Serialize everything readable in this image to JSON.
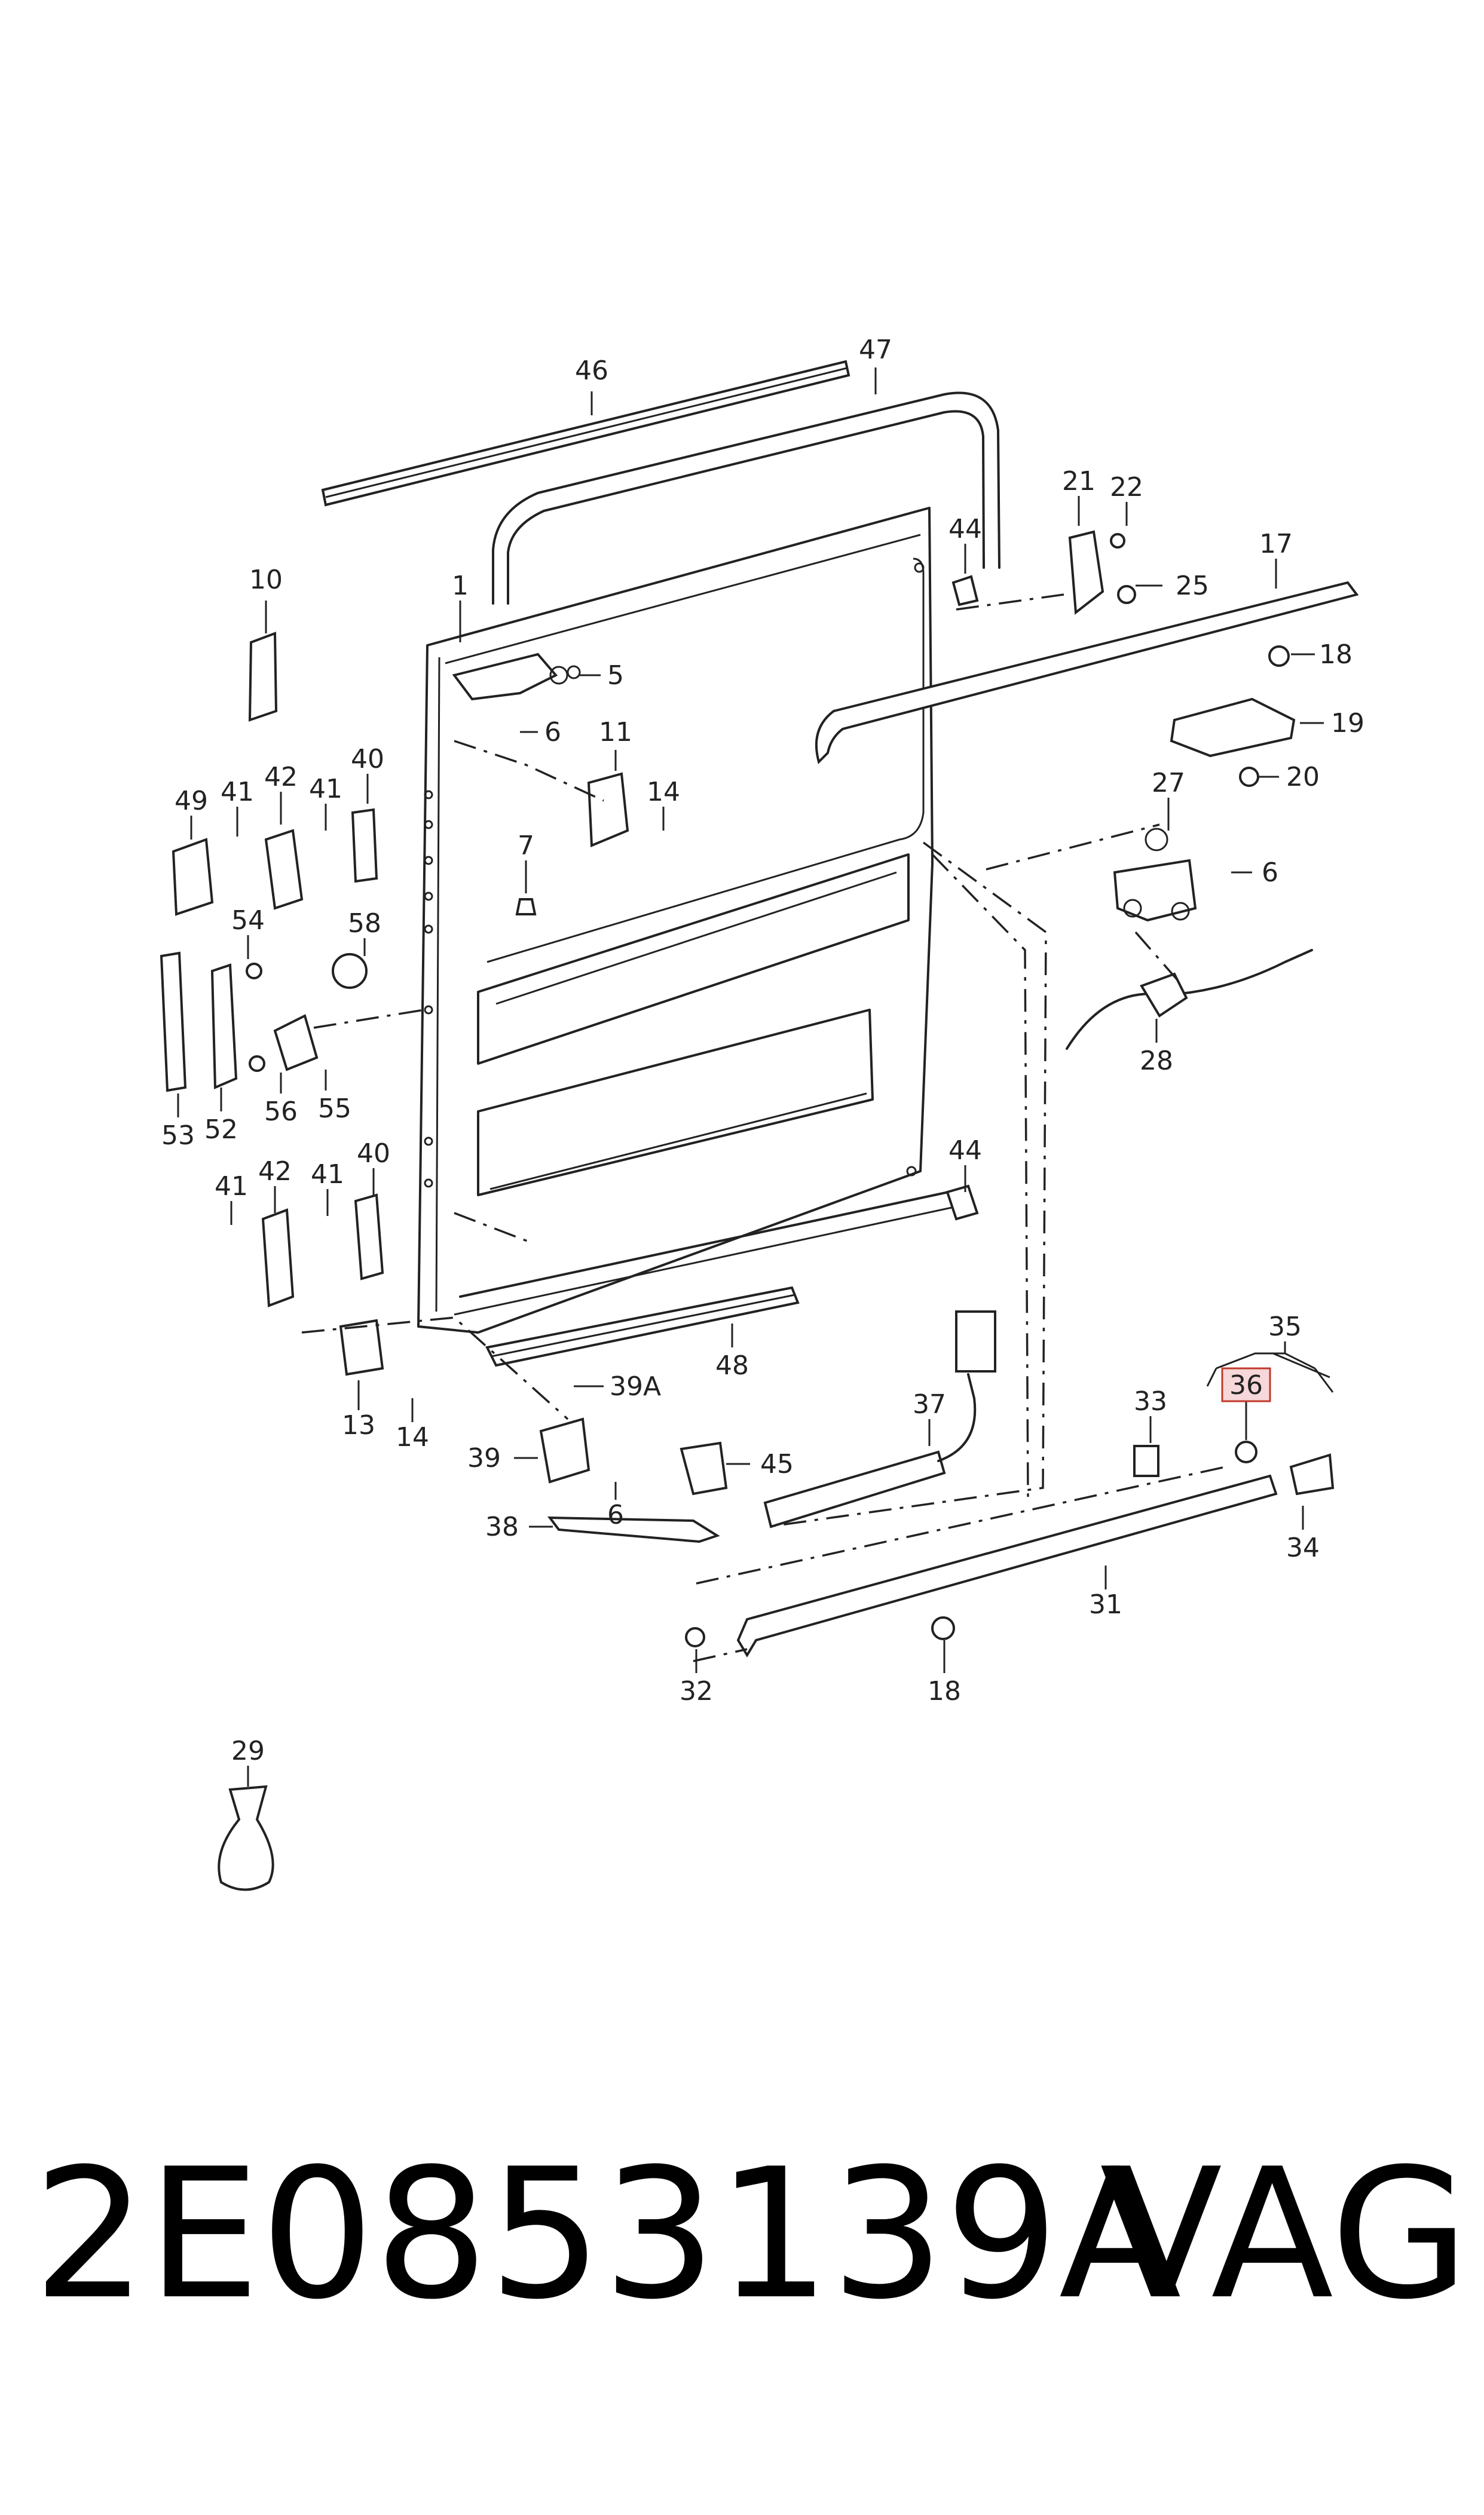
{
  "diagram": {
    "callouts": [
      {
        "id": "46",
        "label": "46"
      },
      {
        "id": "47",
        "label": "47"
      },
      {
        "id": "21",
        "label": "21"
      },
      {
        "id": "22",
        "label": "22"
      },
      {
        "id": "44a",
        "label": "44"
      },
      {
        "id": "25",
        "label": "25"
      },
      {
        "id": "17",
        "label": "17"
      },
      {
        "id": "10",
        "label": "10"
      },
      {
        "id": "1",
        "label": "1"
      },
      {
        "id": "5",
        "label": "5"
      },
      {
        "id": "18a",
        "label": "18"
      },
      {
        "id": "6a",
        "label": "6"
      },
      {
        "id": "19",
        "label": "19"
      },
      {
        "id": "11",
        "label": "11"
      },
      {
        "id": "20",
        "label": "20"
      },
      {
        "id": "27",
        "label": "27"
      },
      {
        "id": "14a",
        "label": "14"
      },
      {
        "id": "49",
        "label": "49"
      },
      {
        "id": "41a",
        "label": "41"
      },
      {
        "id": "42a",
        "label": "42"
      },
      {
        "id": "41b",
        "label": "41"
      },
      {
        "id": "40a",
        "label": "40"
      },
      {
        "id": "7",
        "label": "7"
      },
      {
        "id": "6b",
        "label": "6"
      },
      {
        "id": "54",
        "label": "54"
      },
      {
        "id": "58",
        "label": "58"
      },
      {
        "id": "28",
        "label": "28"
      },
      {
        "id": "53",
        "label": "53"
      },
      {
        "id": "52",
        "label": "52"
      },
      {
        "id": "56",
        "label": "56"
      },
      {
        "id": "55",
        "label": "55"
      },
      {
        "id": "44b",
        "label": "44"
      },
      {
        "id": "41c",
        "label": "41"
      },
      {
        "id": "42b",
        "label": "42"
      },
      {
        "id": "41d",
        "label": "41"
      },
      {
        "id": "40b",
        "label": "40"
      },
      {
        "id": "48",
        "label": "48"
      },
      {
        "id": "35",
        "label": "35"
      },
      {
        "id": "36",
        "label": "36",
        "highlighted": true
      },
      {
        "id": "13",
        "label": "13"
      },
      {
        "id": "14b",
        "label": "14"
      },
      {
        "id": "39A",
        "label": "39A"
      },
      {
        "id": "37",
        "label": "37"
      },
      {
        "id": "33",
        "label": "33"
      },
      {
        "id": "39",
        "label": "39"
      },
      {
        "id": "6c",
        "label": "6"
      },
      {
        "id": "45",
        "label": "45"
      },
      {
        "id": "38",
        "label": "38"
      },
      {
        "id": "34",
        "label": "34"
      },
      {
        "id": "31",
        "label": "31"
      },
      {
        "id": "32",
        "label": "32"
      },
      {
        "id": "18b",
        "label": "18"
      },
      {
        "id": "29",
        "label": "29"
      }
    ]
  },
  "footer": {
    "part_number": "2E0853139A",
    "brand": "VAG"
  },
  "colors": {
    "line": "#222222",
    "highlight_fill": "#f6d7da",
    "highlight_stroke": "#c0392b"
  }
}
